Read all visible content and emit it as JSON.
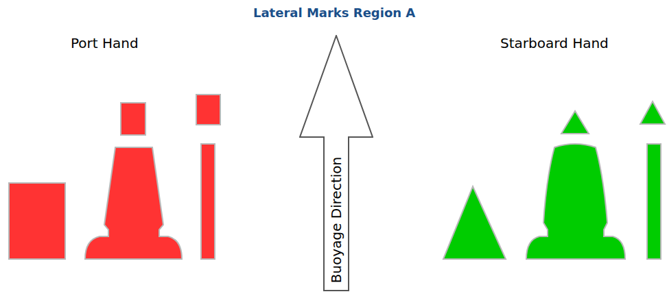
{
  "diagram": {
    "title": "Lateral Marks Region A",
    "nodes": [
      {
        "text": [
          "Buoyage Direction"
        ]
      }
    ],
    "labels": [
      "Port Hand",
      "Starboard Hand"
    ]
  }
}
